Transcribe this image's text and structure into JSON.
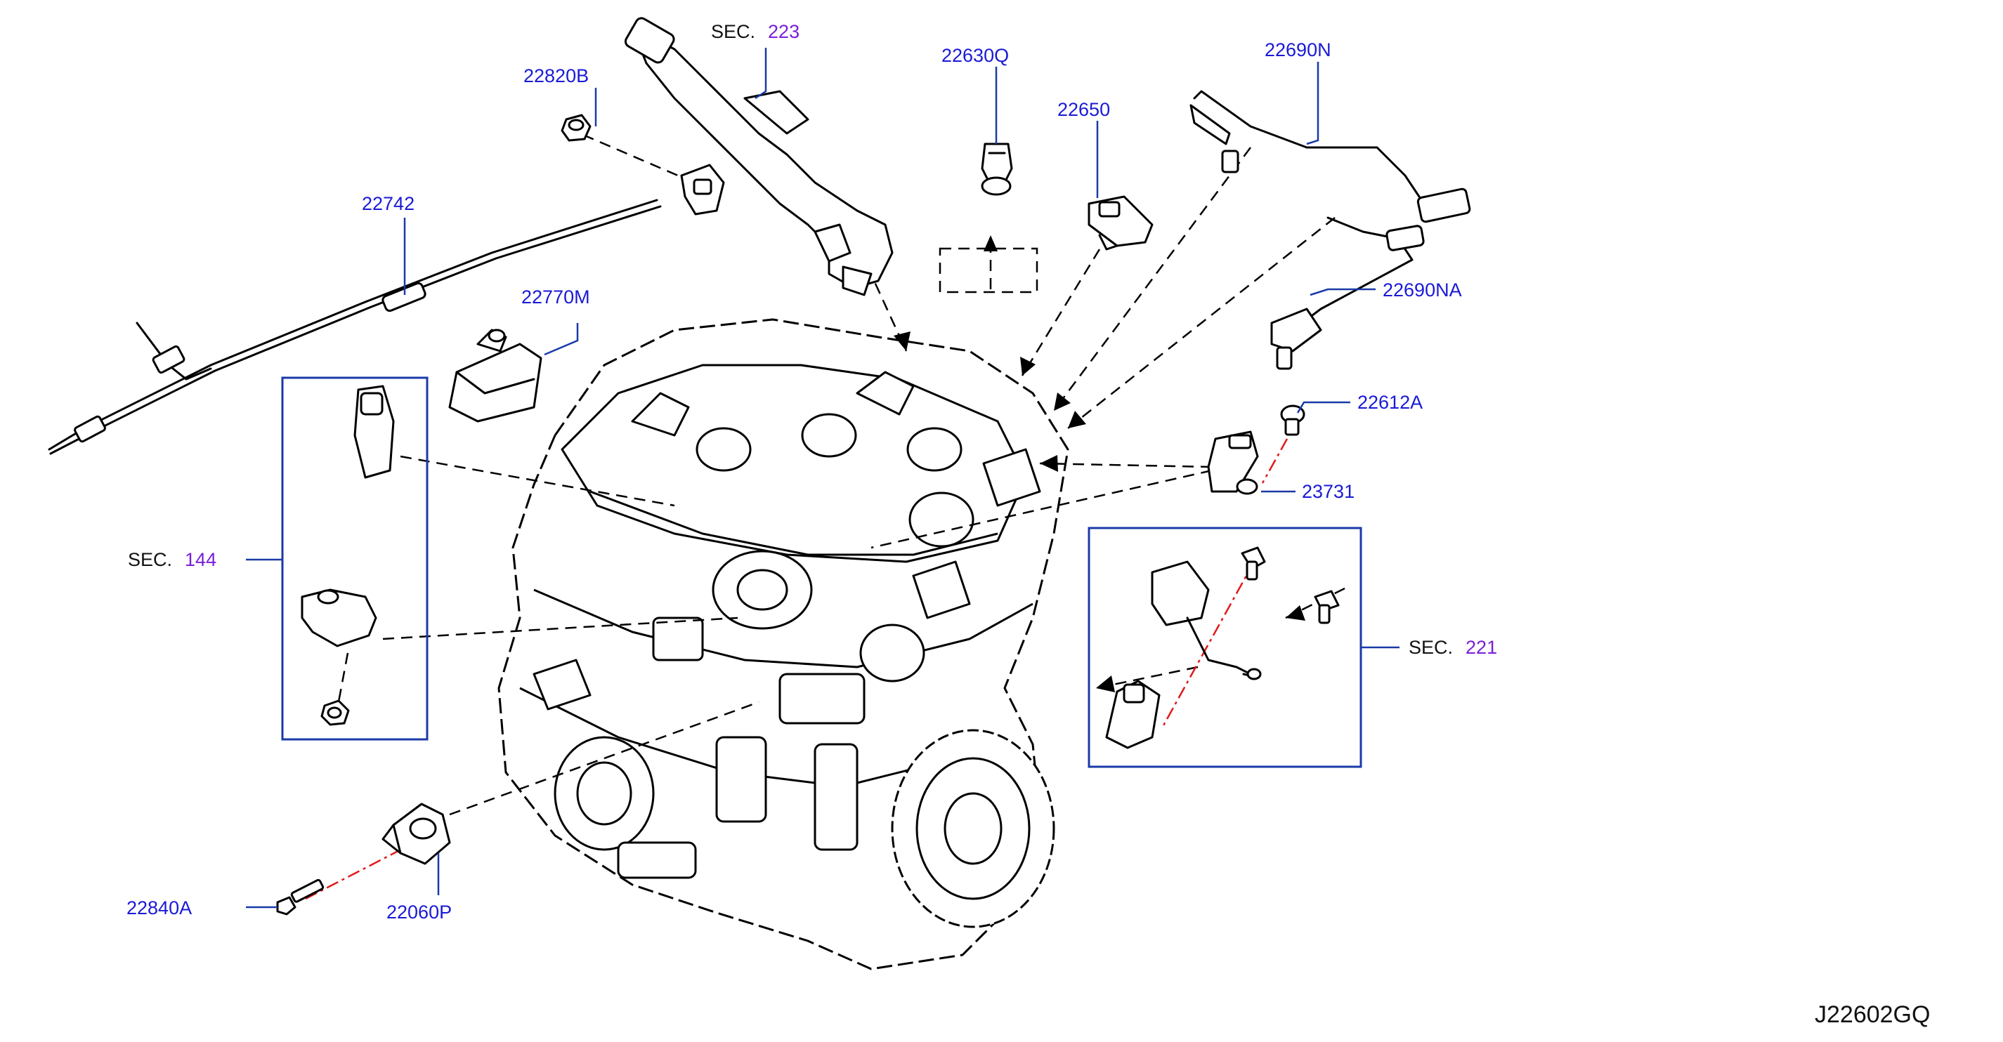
{
  "parts": {
    "p22820B": "22820B",
    "p22742": "22742",
    "p22770M": "22770M",
    "p22630Q": "22630Q",
    "p22650": "22650",
    "p22690N": "22690N",
    "p22690NA": "22690NA",
    "p22612A": "22612A",
    "p23731": "23731",
    "p22840A": "22840A",
    "p22060P": "22060P"
  },
  "sections": {
    "prefix": "SEC.",
    "s223": "223",
    "s144": "144",
    "s221": "221"
  },
  "diagram_code": "J22602GQ",
  "colors": {
    "part_label": "#1a1ad6",
    "section_number": "#7a1fd8",
    "leader": "#1a3aa8",
    "bolt_axis": "#e01b1b",
    "line_art": "#000000"
  }
}
